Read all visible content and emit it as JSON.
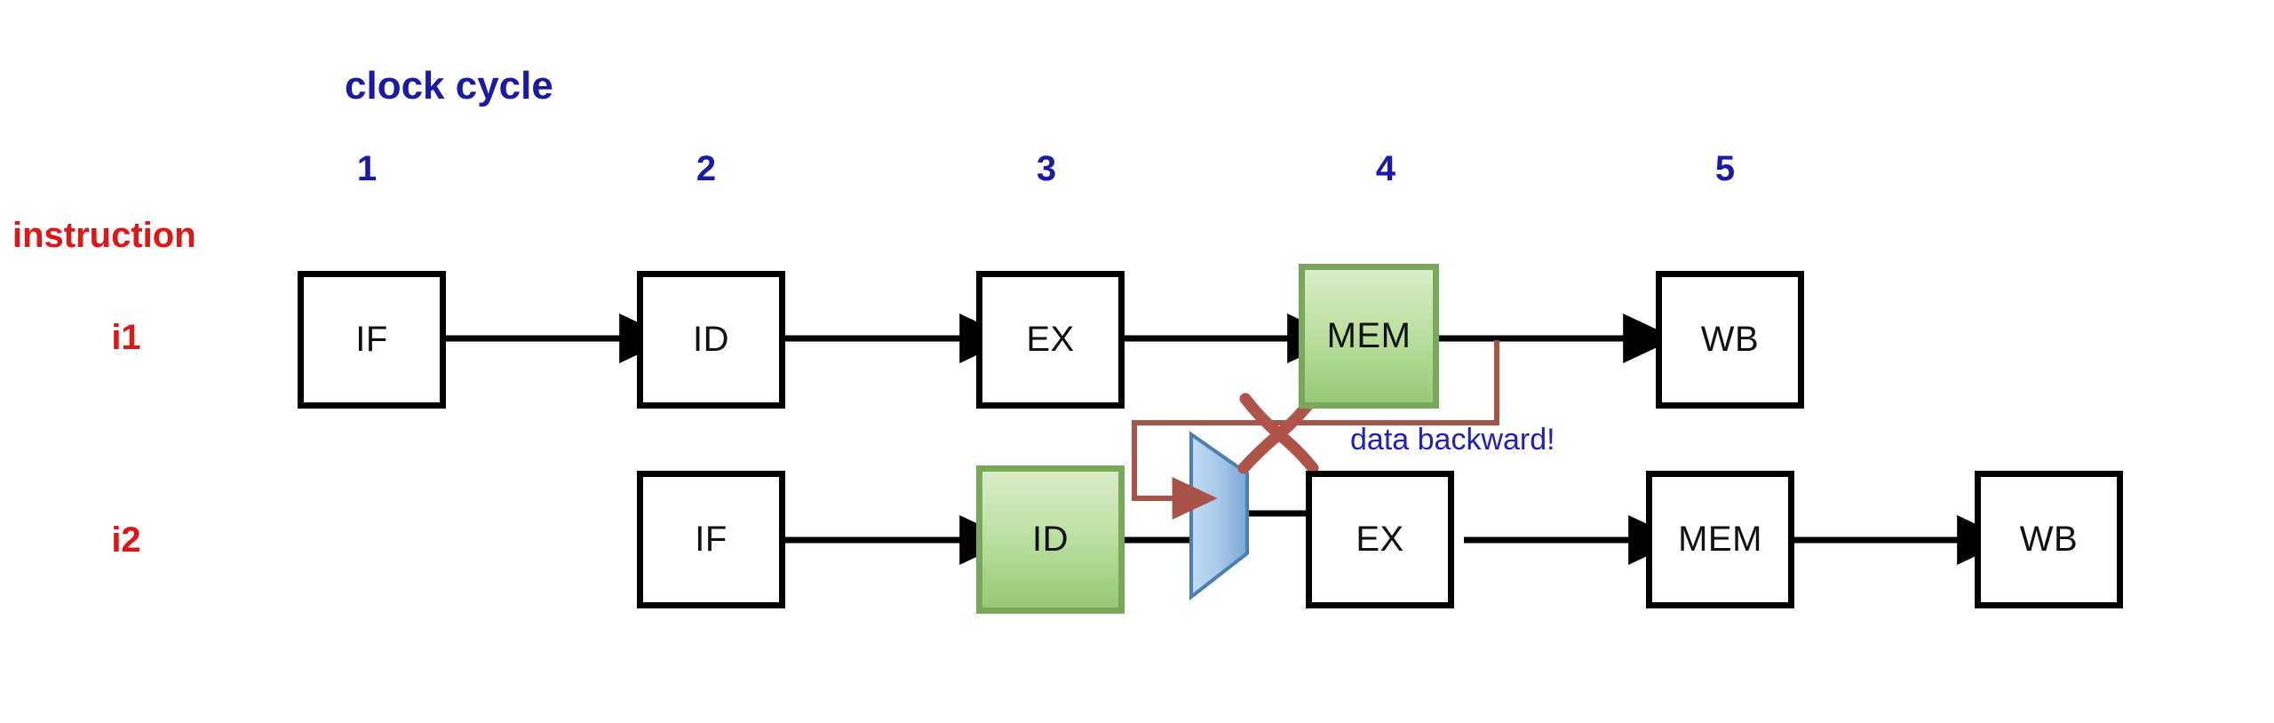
{
  "diagram": {
    "title_axis_x": "clock cycle",
    "title_axis_y": "instruction",
    "cycles": [
      "1",
      "2",
      "3",
      "4",
      "5"
    ],
    "annotation": "data backward!",
    "colors": {
      "cycle_label": "#1a1aa8",
      "instruction_label": "#e01515",
      "annotation_text": "#2020bb",
      "forward_path": "#a85348",
      "highlight_fill_top": "#d9ecc6",
      "highlight_fill_bottom": "#95ca74",
      "highlight_border": "#7aa85a",
      "mux_fill_light": "#dbe9f7",
      "mux_fill_dark": "#7aa8d8",
      "mux_border": "#4c7fb0",
      "wire": "#000000"
    },
    "rows": [
      {
        "label": "i1",
        "stages": [
          {
            "name": "IF",
            "cycle": "1",
            "highlight": false
          },
          {
            "name": "ID",
            "cycle": "2",
            "highlight": false
          },
          {
            "name": "EX",
            "cycle": "3",
            "highlight": false
          },
          {
            "name": "MEM",
            "cycle": "4",
            "highlight": true
          },
          {
            "name": "WB",
            "cycle": "5",
            "highlight": false
          }
        ]
      },
      {
        "label": "i2",
        "stages": [
          {
            "name": "IF",
            "cycle": "2",
            "highlight": false
          },
          {
            "name": "ID",
            "cycle": "3",
            "highlight": true
          },
          {
            "name": "EX",
            "cycle": "4",
            "highlight": false
          },
          {
            "name": "MEM",
            "cycle": "5",
            "highlight": false
          },
          {
            "name": "WB",
            "cycle": "6",
            "highlight": false
          }
        ]
      }
    ],
    "mux": {
      "name": "forwarding-mux",
      "inputs": 2,
      "outputs": 1
    },
    "invalid_marker": "X"
  }
}
